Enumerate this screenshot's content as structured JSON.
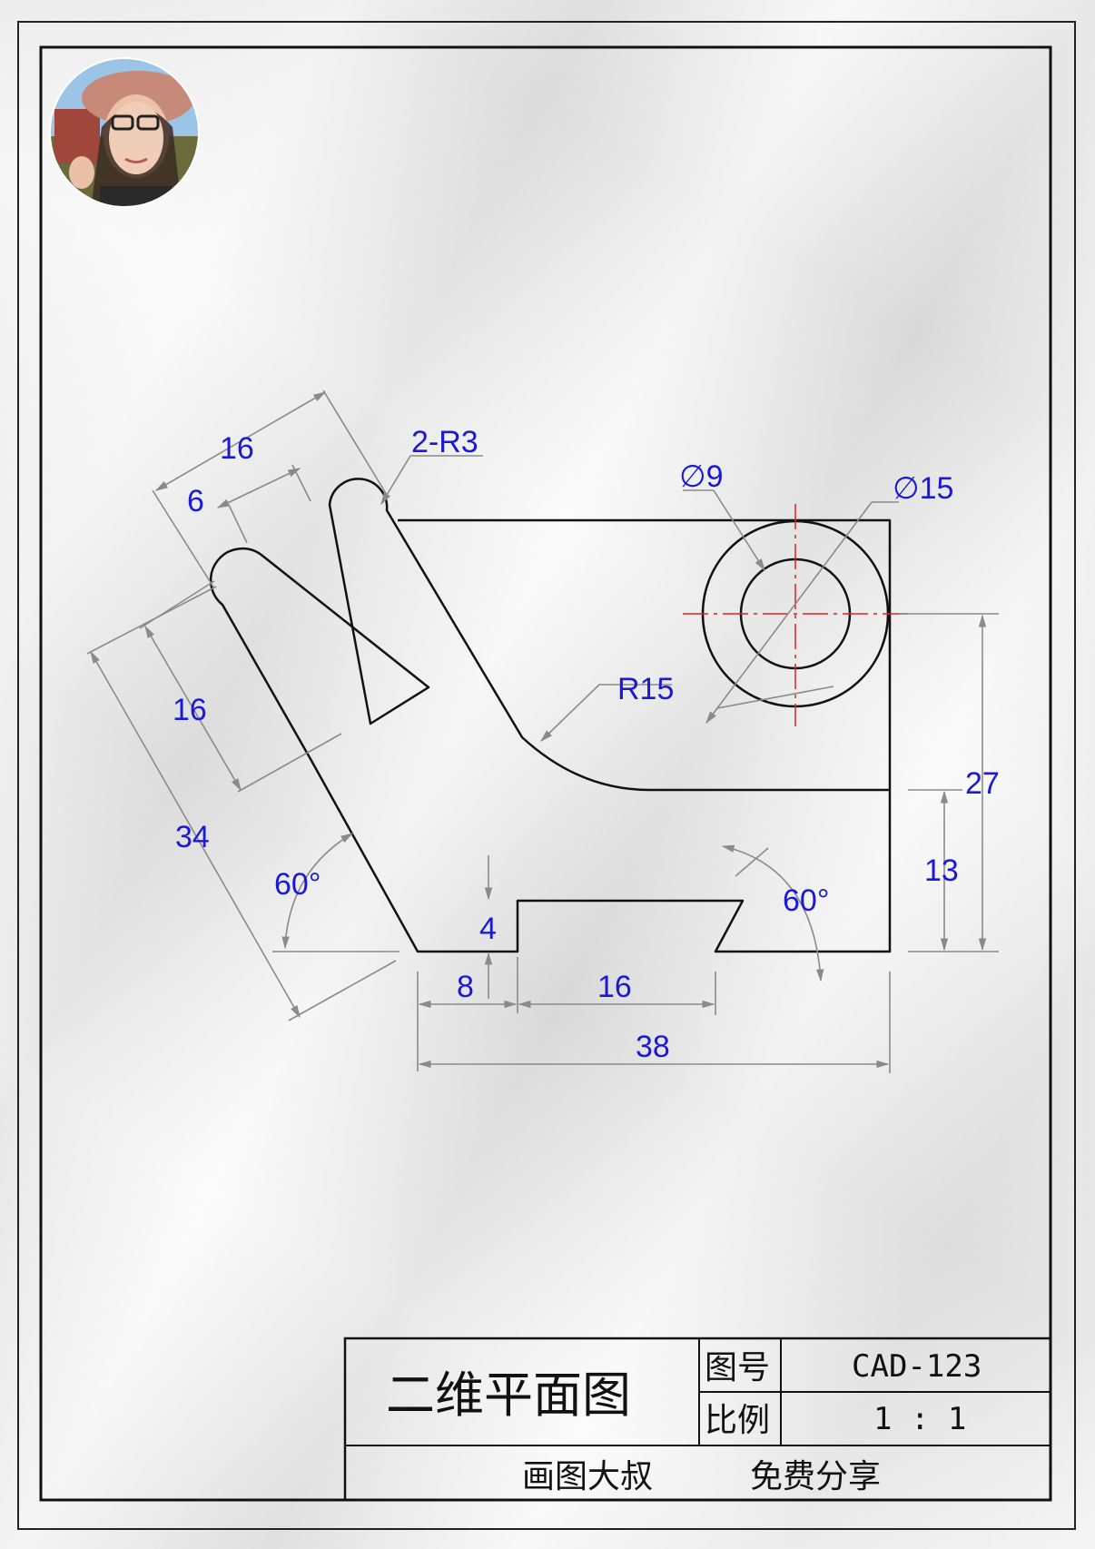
{
  "dimensions": {
    "d16_top": "16",
    "d6": "6",
    "r3": "2-R3",
    "dia9": "∅9",
    "dia15": "∅15",
    "d16_left": "16",
    "r15": "R15",
    "d34": "34",
    "d27": "27",
    "d13": "13",
    "angle_left": "60°",
    "angle_right": "60°",
    "d4": "4",
    "d8": "8",
    "d16_bottom": "16",
    "d38": "38"
  },
  "title_block": {
    "title": "二维平面图",
    "drawing_no_label": "图号",
    "drawing_no": "CAD-123",
    "scale_label": "比例",
    "scale": "1 : 1",
    "author": "画图大叔",
    "note": "免费分享"
  },
  "colors": {
    "outline": "#111111",
    "dimension_text": "#1a1ad6",
    "dimension_line": "#8a8a8a",
    "centerline": "#e02020"
  }
}
